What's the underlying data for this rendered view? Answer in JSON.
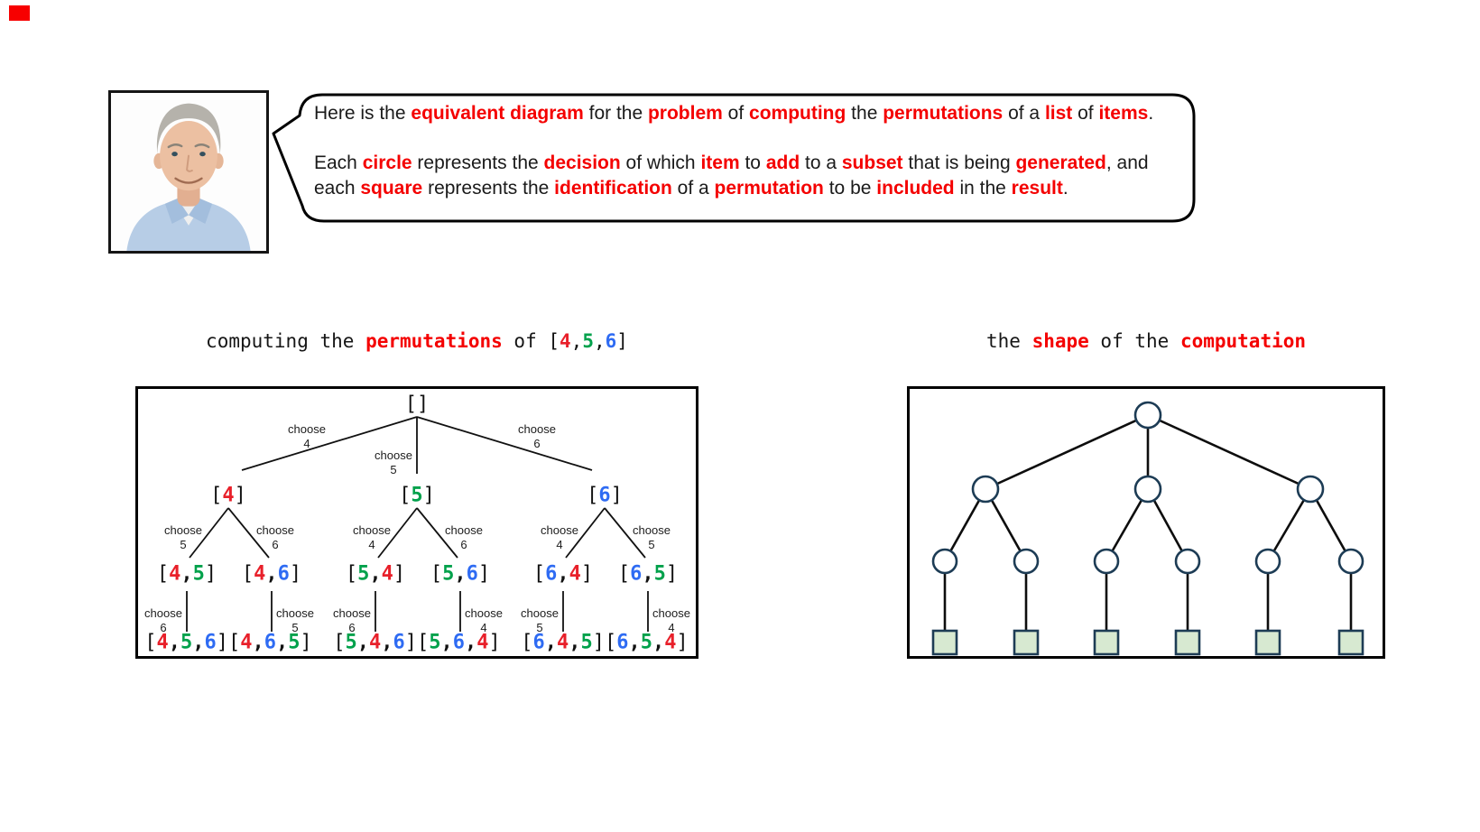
{
  "colors": {
    "digit_4": "#e8202a",
    "digit_5": "#00a14b",
    "digit_6": "#2e6bf3",
    "emphasis": "#f40000",
    "text": "#1a1a1a",
    "line": "#111111",
    "node_stroke": "#1d3c55",
    "square_fill": "#d7e9d1",
    "recording_marker": "#f70000"
  },
  "speech_bubble": {
    "lines": [
      [
        {
          "t": "Here is the "
        },
        {
          "t": "equivalent diagram",
          "c": "em"
        },
        {
          "t": " for the "
        },
        {
          "t": "problem",
          "c": "em"
        },
        {
          "t": " of "
        },
        {
          "t": "computing",
          "c": "em"
        },
        {
          "t": " the "
        },
        {
          "t": "permutations",
          "c": "em"
        },
        {
          "t": " of a "
        },
        {
          "t": "list",
          "c": "em"
        },
        {
          "t": " of "
        },
        {
          "t": "items",
          "c": "em"
        },
        {
          "t": "."
        }
      ],
      [],
      [
        {
          "t": "Each "
        },
        {
          "t": "circle",
          "c": "em"
        },
        {
          "t": " represents the "
        },
        {
          "t": "decision",
          "c": "em"
        },
        {
          "t": " of which "
        },
        {
          "t": "item",
          "c": "em"
        },
        {
          "t": " to "
        },
        {
          "t": "add",
          "c": "em"
        },
        {
          "t": " to a "
        },
        {
          "t": "subset",
          "c": "em"
        },
        {
          "t": " that is being "
        },
        {
          "t": "generated",
          "c": "em"
        },
        {
          "t": ", and"
        }
      ],
      [
        {
          "t": "each "
        },
        {
          "t": "square",
          "c": "em"
        },
        {
          "t": " represents the "
        },
        {
          "t": "identification",
          "c": "em"
        },
        {
          "t": " of a "
        },
        {
          "t": "permutation",
          "c": "em"
        },
        {
          "t": " to be "
        },
        {
          "t": "included",
          "c": "em"
        },
        {
          "t": " in the "
        },
        {
          "t": "result",
          "c": "em"
        },
        {
          "t": "."
        }
      ]
    ]
  },
  "left_panel": {
    "title_segments": [
      {
        "t": "computing the "
      },
      {
        "t": "permutations",
        "c": "em"
      },
      {
        "t": " of "
      },
      {
        "t": "[",
        "c": "pl"
      },
      {
        "t": "4",
        "c": "d4"
      },
      {
        "t": ",",
        "c": "pl"
      },
      {
        "t": "5",
        "c": "d5"
      },
      {
        "t": ",",
        "c": "pl"
      },
      {
        "t": "6",
        "c": "d6"
      },
      {
        "t": "]",
        "c": "pl"
      }
    ],
    "tree": {
      "root": "[]",
      "level1": [
        "[4]",
        "[5]",
        "[6]"
      ],
      "level2": [
        "[4,5]",
        "[4,6]",
        "[5,4]",
        "[5,6]",
        "[6,4]",
        "[6,5]"
      ],
      "leaves": [
        "[4,5,6][4,6,5]",
        "[5,4,6][5,6,4]",
        "[6,4,5][6,5,4]"
      ],
      "choose_word": "choose",
      "edge_choices_l0": [
        "4",
        "5",
        "6"
      ],
      "edge_choices_l1": [
        "5",
        "6",
        "4",
        "6",
        "4",
        "5"
      ],
      "edge_choices_l2": [
        "6",
        "5",
        "6",
        "4",
        "5",
        "4"
      ]
    }
  },
  "right_panel": {
    "title_segments": [
      {
        "t": "the "
      },
      {
        "t": "shape",
        "c": "em"
      },
      {
        "t": " of the "
      },
      {
        "t": "computation",
        "c": "em"
      }
    ],
    "structure": {
      "root_circles": 1,
      "branch_circles": 3,
      "leaf_circles": 6,
      "result_squares": 6,
      "branching_per_level": [
        3,
        2,
        1
      ]
    }
  }
}
